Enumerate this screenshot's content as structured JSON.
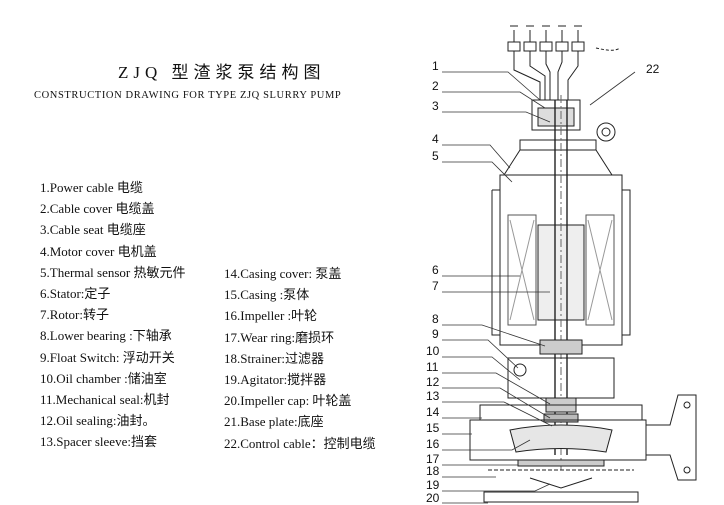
{
  "title": "ZJQ 型渣浆泵结构图",
  "subtitle": "CONSTRUCTION DRAWING FOR TYPE ZJQ SLURRY PUMP",
  "legend_left": [
    "1.Power cable  电缆",
    "2.Cable cover  电缆盖",
    "3.Cable seat  电缆座",
    "4.Motor cover  电机盖",
    "5.Thermal sensor  热敏元件",
    "6.Stator:定子",
    "7.Rotor:转子",
    "8.Lower bearing :下轴承",
    "9.Float Switch: 浮动开关",
    "10.Oil chamber :储油室",
    "11.Mechanical seal:机封",
    "12.Oil sealing:油封。",
    "13.Spacer sleeve:挡套"
  ],
  "legend_right": [
    "14.Casing cover:  泵盖",
    "15.Casing :泵体",
    "16.Impeller :叶轮",
    "17.Wear ring:磨损环",
    "18.Strainer:过滤器",
    "19.Agitator:搅拌器",
    "20.Impeller cap:  叶轮盖",
    "21.Base plate:底座",
    "22.Control cable：控制电缆"
  ],
  "callouts_left": [
    "1",
    "2",
    "3",
    "4",
    "5",
    "6",
    "7",
    "8",
    "9",
    "10",
    "11",
    "12",
    "13",
    "14",
    "15",
    "16",
    "17",
    "18",
    "19",
    "20"
  ],
  "callout_right": "22"
}
